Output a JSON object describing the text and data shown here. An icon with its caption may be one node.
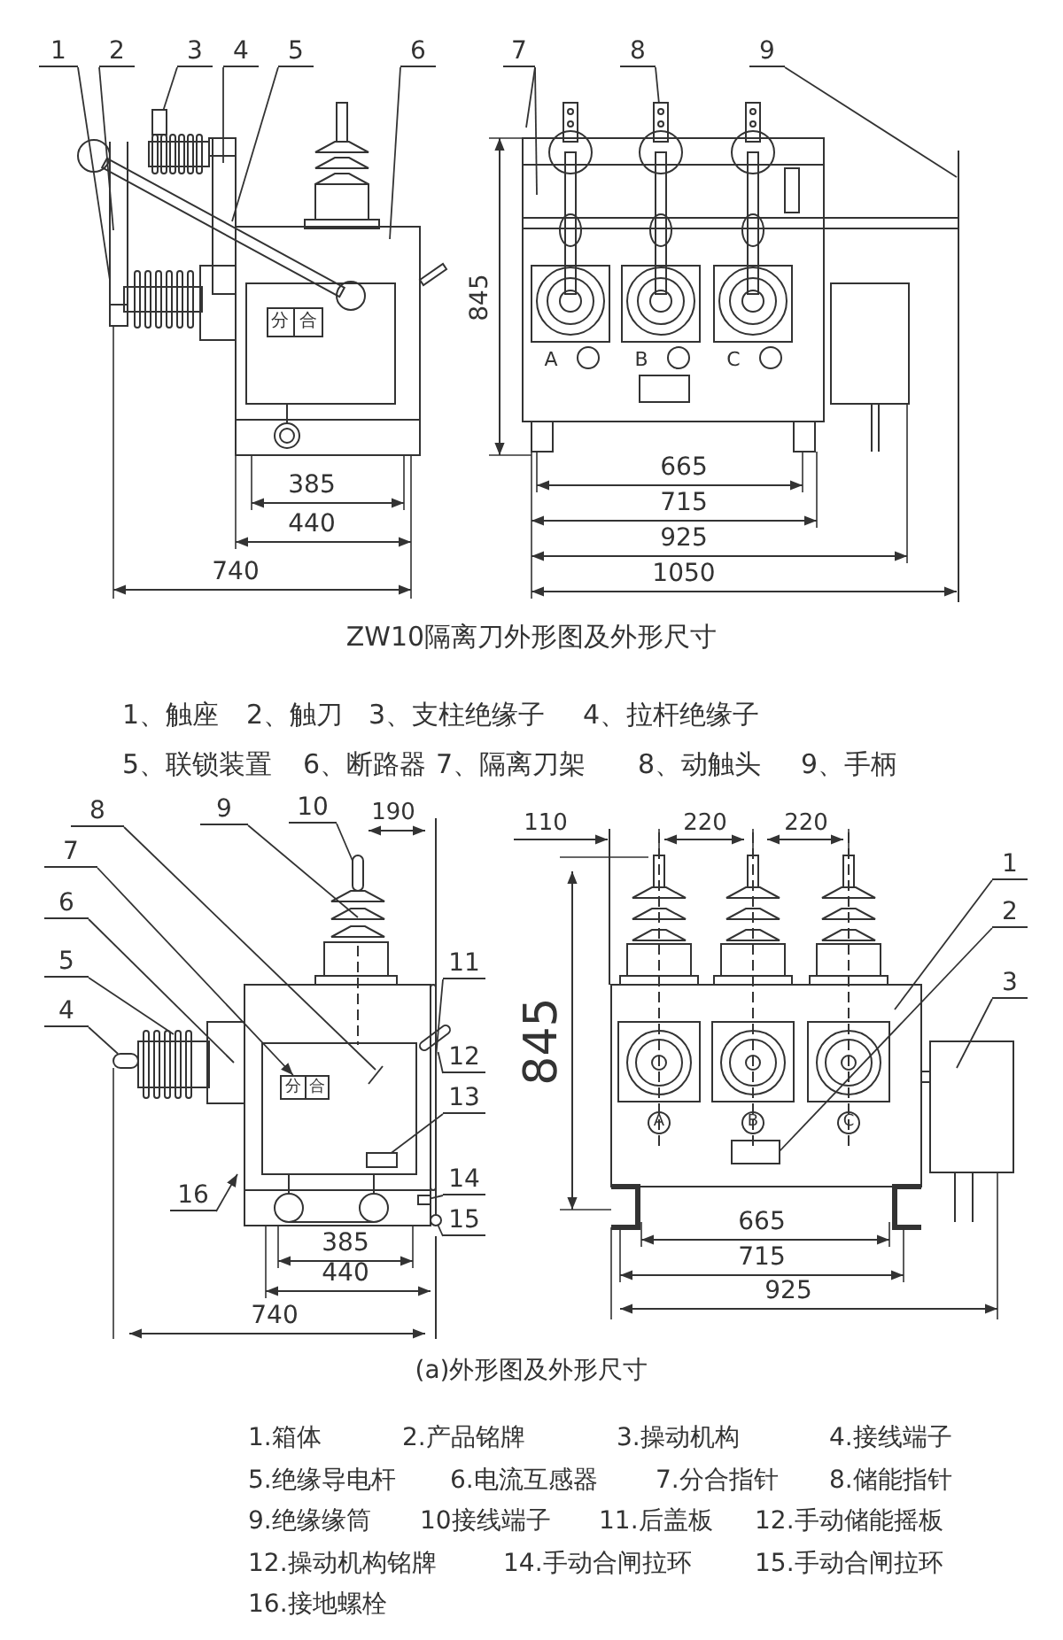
{
  "diagram": {
    "nodes": [
      {
        "text": [
          "1"
        ]
      },
      {
        "text": [
          "2"
        ]
      },
      {
        "text": [
          "3"
        ]
      },
      {
        "text": [
          "4"
        ]
      },
      {
        "text": [
          "5"
        ]
      },
      {
        "text": [
          "6"
        ]
      },
      {
        "text": [
          "7"
        ]
      },
      {
        "text": [
          "8"
        ]
      },
      {
        "text": [
          "9"
        ]
      },
      {
        "text": [
          "4"
        ]
      },
      {
        "text": [
          "5"
        ]
      },
      {
        "text": [
          "6"
        ]
      },
      {
        "text": [
          "7"
        ]
      },
      {
        "text": [
          "8"
        ]
      },
      {
        "text": [
          "9"
        ]
      },
      {
        "text": [
          "10"
        ]
      },
      {
        "text": [
          "11"
        ]
      },
      {
        "text": [
          "12"
        ]
      },
      {
        "text": [
          "13"
        ]
      },
      {
        "text": [
          "14"
        ]
      },
      {
        "text": [
          "15"
        ]
      },
      {
        "text": [
          "16"
        ]
      },
      {
        "text": [
          "1"
        ]
      },
      {
        "text": [
          "2"
        ]
      },
      {
        "text": [
          "3"
        ]
      },
      {
        "text": [
          "分",
          "合"
        ]
      },
      {
        "text": [],
        "shape": "box"
      },
      {
        "text": [],
        "shape": "box"
      },
      {
        "text": [],
        "shape": "bar"
      },
      {
        "text": [],
        "shape": "bar"
      },
      {
        "text": [],
        "shape": "bar"
      },
      {
        "text": [],
        "shape": "box"
      },
      {
        "text": [],
        "shape": "bar"
      },
      {
        "text": [],
        "shape": "circle"
      },
      {
        "text": [],
        "shape": "box"
      }
    ],
    "edges": [
      {
        "from": 0,
        "to": null,
        "arrow": "none"
      },
      {
        "from": 1,
        "to": null,
        "arrow": "none"
      },
      {
        "from": 2,
        "to": 26,
        "arrow": "none"
      },
      {
        "from": 3,
        "to": null,
        "arrow": "none"
      },
      {
        "from": 4,
        "to": null,
        "arrow": "none"
      },
      {
        "from": 5,
        "to": null,
        "arrow": "none"
      },
      {
        "from": 6,
        "to": null,
        "arrow": "none"
      },
      {
        "from": 6,
        "to": null,
        "arrow": "none"
      },
      {
        "from": 7,
        "to": 27,
        "arrow": "none"
      },
      {
        "from": 8,
        "to": null,
        "arrow": "none"
      },
      {
        "from": 9,
        "to": 28,
        "arrow": "none"
      },
      {
        "from": 10,
        "to": null,
        "arrow": "none"
      },
      {
        "from": 11,
        "to": null,
        "arrow": "none"
      },
      {
        "from": 12,
        "to": 25,
        "arrow": "to"
      },
      {
        "from": 13,
        "to": null,
        "arrow": "none"
      },
      {
        "from": 14,
        "to": null,
        "arrow": "none"
      },
      {
        "from": 15,
        "to": 29,
        "arrow": "none"
      },
      {
        "from": 16,
        "to": 32,
        "arrow": "none"
      },
      {
        "from": 17,
        "to": 30,
        "arrow": "none"
      },
      {
        "from": 18,
        "to": 31,
        "arrow": "none"
      },
      {
        "from": 19,
        "to": 34,
        "arrow": "none"
      },
      {
        "from": 20,
        "to": 33,
        "arrow": "none"
      },
      {
        "from": 21,
        "to": null,
        "arrow": "to"
      },
      {
        "from": 22,
        "to": null,
        "arrow": "none"
      },
      {
        "from": 23,
        "to": null,
        "arrow": "none"
      },
      {
        "from": 24,
        "to": null,
        "arrow": "none"
      }
    ],
    "labels": [
      "分",
      "合",
      "385",
      "440",
      "740",
      "845",
      "A",
      "B",
      "C",
      "665",
      "715",
      "925",
      "1050",
      "ZW10隔离刀外形图及外形尺寸",
      "1、触座",
      "2、触刀",
      "3、支柱绝缘子",
      "4、拉杆绝缘子",
      "5、联锁装置",
      "6、断路器",
      "7、隔离刀架",
      "8、动触头",
      "9、手柄",
      "190",
      "385",
      "440",
      "740",
      "110",
      "220",
      "220",
      "845",
      "A",
      "B",
      "C",
      "665",
      "715",
      "925",
      "(a)外形图及外形尺寸",
      "1.箱体",
      "2.产品铭牌",
      "3.操动机构",
      "4.接线端子",
      "5.绝缘导电杆",
      "6.电流互感器",
      "7.分合指针",
      "8.储能指针",
      "9.绝缘缘筒",
      "10接线端子",
      "11.后盖板",
      "12.手动储能摇板",
      "12.操动机构铭牌",
      "14.手动合闸拉环",
      "15.手动合闸拉环",
      "16.接地螺栓"
    ]
  }
}
